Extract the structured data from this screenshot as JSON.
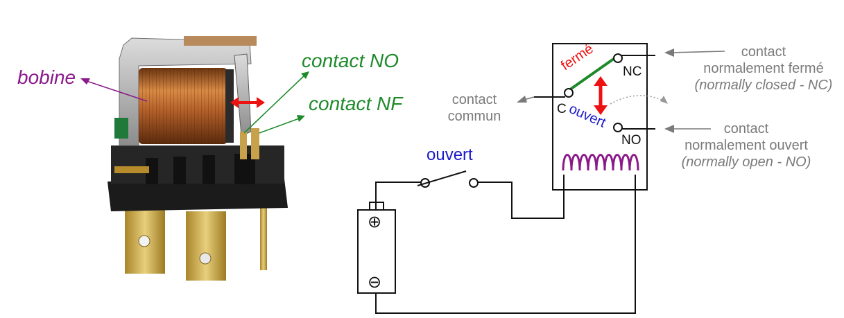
{
  "photo_labels": {
    "coil": "bobine",
    "contact_no": "contact NO",
    "contact_nf": "contact NF"
  },
  "diagram": {
    "switch_label": "ouvert",
    "closed_state": "fermé",
    "open_state": "ouvert",
    "pin_c": "C",
    "pin_nc": "NC",
    "pin_no": "NO",
    "battery_plus": "⊕",
    "battery_minus": "⊖",
    "common": {
      "line1": "contact",
      "line2": "commun"
    },
    "nc_desc": {
      "line1": "contact",
      "line2": "normalement fermé",
      "line3": "(normally closed - NC)"
    },
    "no_desc": {
      "line1": "contact",
      "line2": "normalement ouvert",
      "line3": "(normally open - NO)"
    }
  },
  "colors": {
    "coil_label": "#8a1a8a",
    "contact_label": "#1e8a2a",
    "closed": "#ee1111",
    "open": "#1a1acc",
    "coil": "#8a1a8a",
    "arrow": "#ee1111",
    "annotation": "#7a7a7a"
  }
}
